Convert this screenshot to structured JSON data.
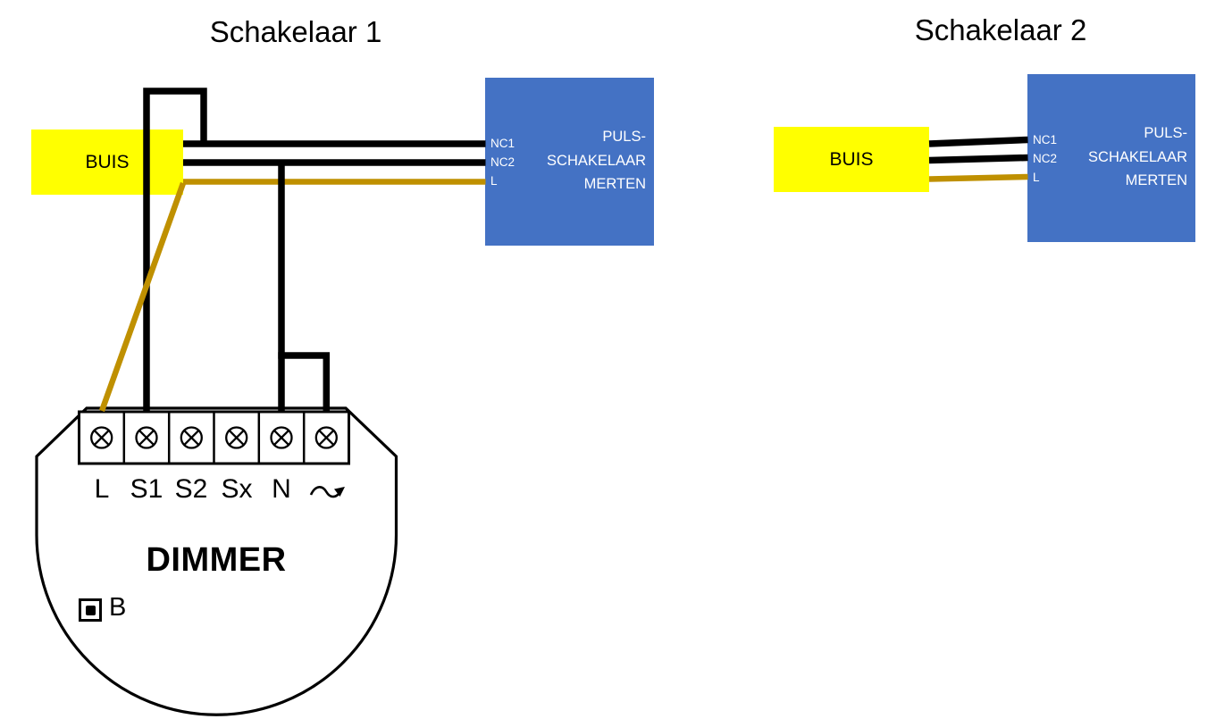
{
  "titles": {
    "left": "Schakelaar 1",
    "right": "Schakelaar 2"
  },
  "left_circuit": {
    "buis_label": "BUIS",
    "pulse_switch": {
      "terminal_labels": [
        "NC1",
        "NC2",
        "L"
      ],
      "name_lines": [
        "PULS-",
        "SCHAKELAAR",
        "MERTEN"
      ]
    },
    "dimmer": {
      "label": "DIMMER",
      "terminal_labels": [
        "L",
        "S1",
        "S2",
        "Sx",
        "N"
      ],
      "button_label": "B"
    }
  },
  "right_circuit": {
    "buis_label": "BUIS",
    "pulse_switch": {
      "terminal_labels": [
        "NC1",
        "NC2",
        "L"
      ],
      "name_lines": [
        "PULS-",
        "SCHAKELAAR",
        "MERTEN"
      ]
    }
  },
  "icons": {
    "screw_terminal": "circle-cross-screw-terminal",
    "dimmer_output": "wave-arrow-dimmer-symbol",
    "service_button": "square-dot-button"
  },
  "wires": {
    "colors": {
      "black": "#000000",
      "gold": "#BF9000"
    }
  },
  "colors": {
    "buis_fill": "#FFFF00",
    "switch_fill": "#4472C4",
    "switch_text": "#FFFFFF",
    "background": "#FFFFFF"
  }
}
